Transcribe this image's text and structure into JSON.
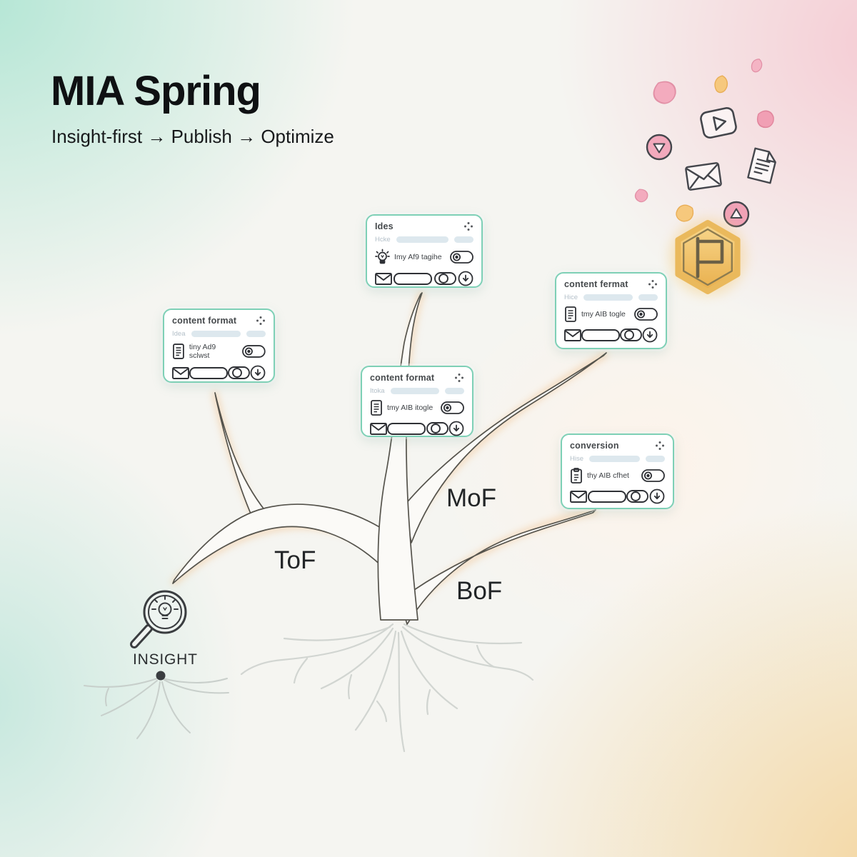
{
  "header": {
    "title": "MIA Spring",
    "subtitle": "Insight-first → Publish → Optimize"
  },
  "funnel_labels": {
    "tof": "ToF",
    "mof": "MoF",
    "bof": "BoF",
    "insight": "INSIGHT"
  },
  "cards": [
    {
      "title": "Ides",
      "field_label": "Hcke",
      "row_text": "Imy Af9 tagihe",
      "icon": "lightbulb-icon",
      "controls": [
        "toggle",
        "envelope",
        "pill-button",
        "half-toggle",
        "download"
      ]
    },
    {
      "title": "content format",
      "field_label": "Idea",
      "row_text": "tiny Ad9 sclwst",
      "icon": "document-icon",
      "controls": [
        "toggle",
        "envelope",
        "pill-button",
        "half-toggle",
        "download"
      ]
    },
    {
      "title": "content format",
      "field_label": "Itoka",
      "row_text": "tmy AIB itogle",
      "icon": "document-icon",
      "controls": [
        "toggle",
        "envelope",
        "pill-button",
        "half-toggle",
        "download"
      ]
    },
    {
      "title": "content fermat",
      "field_label": "Hice",
      "row_text": "tmy AIB togle",
      "icon": "document-icon",
      "controls": [
        "toggle",
        "envelope",
        "pill-button",
        "half-toggle",
        "download"
      ]
    },
    {
      "title": "conversion",
      "field_label": "Hise",
      "row_text": "thy AIB cfhet",
      "icon": "clipboard-icon",
      "controls": [
        "toggle",
        "envelope",
        "pill-button",
        "half-toggle",
        "download"
      ]
    }
  ],
  "tree": {
    "branches": [
      "ToF",
      "MoF",
      "BoF"
    ],
    "root_label": "INSIGHT"
  },
  "decor": {
    "icons": [
      "play-video-icon",
      "play-circle-down-icon",
      "envelope-icon",
      "document-icon",
      "play-circle-up-icon",
      "flag-badge-icon",
      "magnifier-lightbulb-icon"
    ],
    "petal_count": 6
  },
  "colors": {
    "card_border": "#7ed0b6",
    "petal_pink": "#f4aec0",
    "petal_orange": "#f6c87d",
    "badge_gold": "#f2c268",
    "branch_glow": "#f1c08c",
    "ink": "#2f3136",
    "bg_mint": "#b4e6d5",
    "bg_pink": "#f5ccd4",
    "bg_gold": "#f4d6a0"
  }
}
